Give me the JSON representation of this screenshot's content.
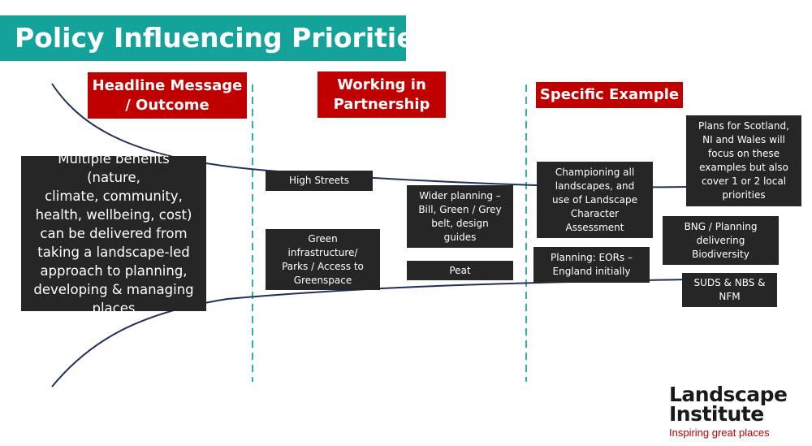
{
  "title": "Policy Influencing Priorities",
  "headers": {
    "headline": "Headline Message\n/ Outcome",
    "partnership": "Working in\nPartnership",
    "example": "Specific Example"
  },
  "headline_message": "Multiple benefits (nature,\nclimate, community,\nhealth, wellbeing, cost)\ncan be delivered from\ntaking a landscape-led\napproach to planning,\ndeveloping & managing\nplaces",
  "partnership_items": [
    "High Streets",
    "Green\ninfrastructure/\nParks / Access to\nGreenspace",
    "Wider planning –\nBill, Green / Grey\nbelt, design\nguides",
    "Peat"
  ],
  "example_items": [
    "Championing all\nlandscapes, and\nuse of Landscape\nCharacter\nAssessment",
    "Planning: EORs –\nEngland initially",
    "Plans for Scotland,\nNI and Wales will\nfocus on these\nexamples but also\ncover 1 or 2 local\npriorities",
    "BNG / Planning\ndelivering\nBiodiversity",
    "SUDS & NBS &\nNFM"
  ],
  "logo": {
    "line1": "Landscape",
    "line2": "Institute",
    "tagline": "Inspiring great places"
  },
  "colors": {
    "teal": "#14a39b",
    "red": "#c00000",
    "dark": "#262626"
  }
}
